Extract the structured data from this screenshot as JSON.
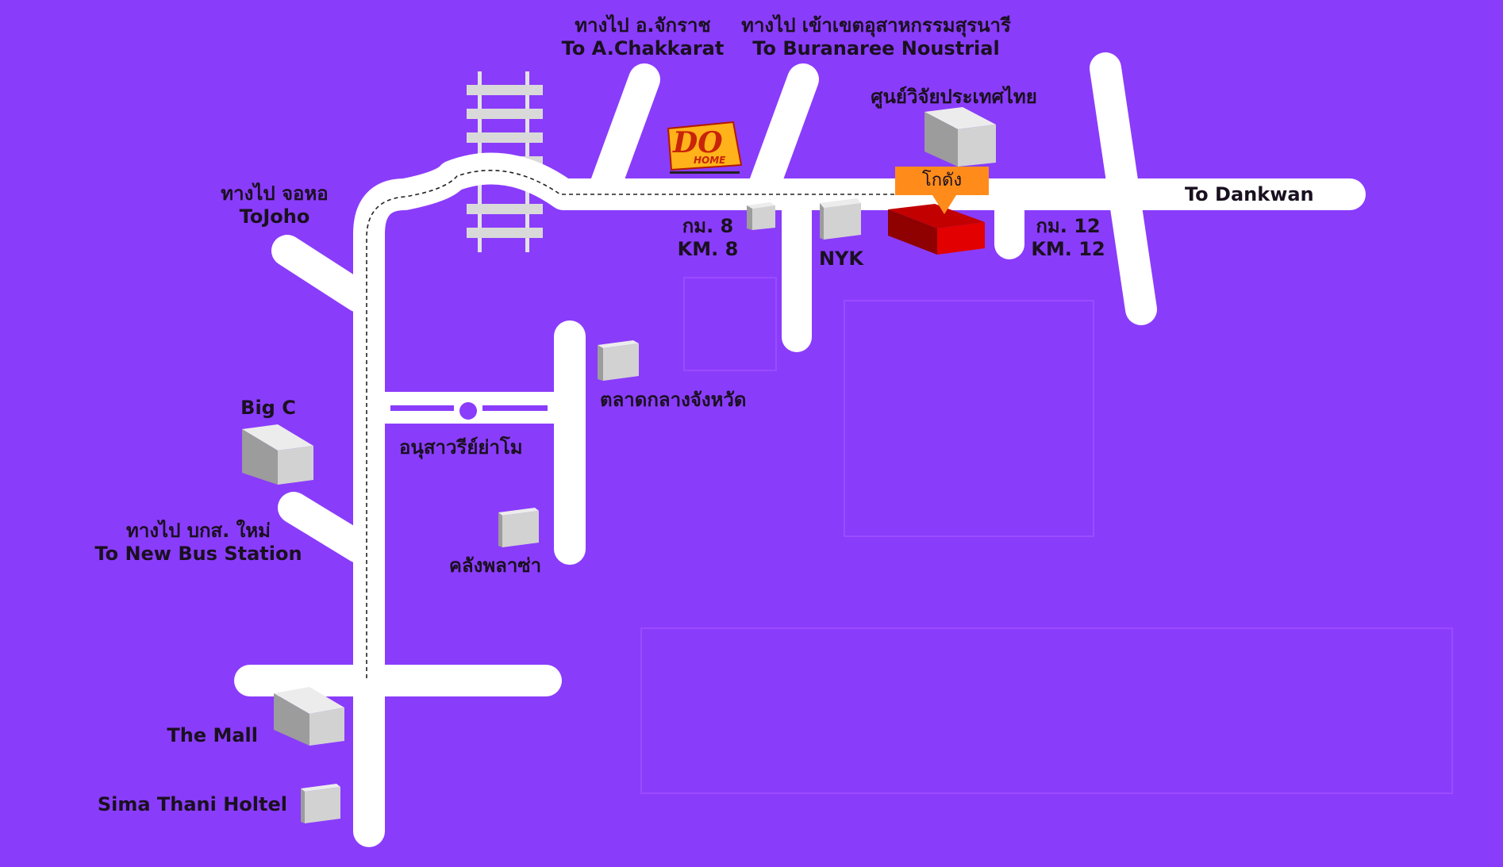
{
  "colors": {
    "background": "#8a3cfb",
    "road": "#ffffff",
    "building_gray": "#c8c8c8",
    "warehouse_red": "#e00000",
    "warehouse_tag": "#ff8c1a",
    "railway": "#dadada"
  },
  "labels": {
    "chakkarat_th": "ทางไป อ.จักราช",
    "chakkarat_en": "To A.Chakkarat",
    "buranaree_th": "ทางไป เข้าเขตอุสาหกรรมสุรนารี",
    "buranaree_en": "To Buranaree Noustrial",
    "thai_research_center": "ศูนย์วิจัยประเทศไทย",
    "warehouse_tag": "โกดัง",
    "dankwan": "To Dankwan",
    "km8_th": "กม. 8",
    "km8_en": "KM. 8",
    "nyk": "NYK",
    "km12_th": "กม. 12",
    "km12_en": "KM. 12",
    "joho_th": "ทางไป จอหอ",
    "joho_en": "ToJoho",
    "big_c": "Big C",
    "central_market": "ตลาดกลางจังหวัด",
    "yamo_monument": "อนุสาวรีย์ย่าโม",
    "new_bus_th": "ทางไป บกส. ใหม่",
    "new_bus_en": "To New Bus Station",
    "klang_plaza": "คลังพลาซ่า",
    "the_mall": "The Mall",
    "sima_thani": "Sima Thani Holtel"
  },
  "logo": {
    "brand": "DO",
    "word": "HOME",
    "icon": "dohome-logo"
  },
  "icons": {
    "warehouse": "warehouse-marker-icon",
    "building": "building-icon",
    "railway": "railway-track-icon",
    "monument": "monument-circle-icon"
  }
}
